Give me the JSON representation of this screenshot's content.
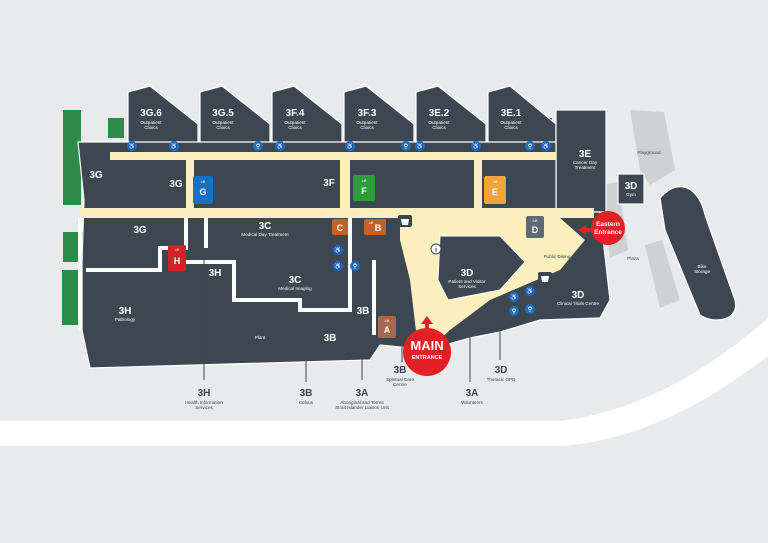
{
  "colors": {
    "background": "#e9eaeb",
    "road": "#ffffff",
    "building": "#3c4752",
    "outline": "#ffffff",
    "corridor": "#fbefbe",
    "garden": "#2e8b4a",
    "external": "#cfd2d5",
    "entrance": "#e32027",
    "amenity_icon": "#1f6fbf"
  },
  "wings": [
    {
      "code": "3G.6",
      "sub1": "Outpatient",
      "sub2": "Clinics"
    },
    {
      "code": "3G.5",
      "sub1": "Outpatient",
      "sub2": "Clinics"
    },
    {
      "code": "3F.4",
      "sub1": "Outpatient",
      "sub2": "Clinics"
    },
    {
      "code": "3F.3",
      "sub1": "Outpatient",
      "sub2": "Clinics"
    },
    {
      "code": "3E.2",
      "sub1": "Outpatient",
      "sub2": "Clinics"
    },
    {
      "code": "3E.1",
      "sub1": "Outpatient",
      "sub2": "Clinics"
    }
  ],
  "zones": {
    "z3G_a": {
      "code": "3G"
    },
    "z3G_b": {
      "code": "3G"
    },
    "z3G_c": {
      "code": "3G"
    },
    "z3F": {
      "code": "3F"
    },
    "z3E": {
      "code": "3E",
      "sub1": "Cancer Day",
      "sub2": "Treatment"
    },
    "z3D_gym": {
      "code": "3D",
      "sub1": "Gym"
    },
    "z3C_day": {
      "code": "3C",
      "sub1": "Medical Day Treatment"
    },
    "z3H_small": {
      "code": "3H"
    },
    "z3C_img": {
      "code": "3C",
      "sub1": "Medical Imaging"
    },
    "z3H_path": {
      "code": "3H",
      "sub1": "Pathology"
    },
    "plant": {
      "label": "Plant"
    },
    "z3B_a": {
      "code": "3B"
    },
    "z3B_b": {
      "code": "3B"
    },
    "z3D_visitor": {
      "code": "3D",
      "sub1": "Patient and Visitor",
      "sub2": "Services"
    },
    "z3D_trials": {
      "code": "3D",
      "sub1": "Clinical Trials Centre"
    },
    "public_dining": {
      "label": "Public Dining"
    },
    "playground": {
      "label": "Playground"
    },
    "plaza": {
      "label": "Plaza"
    },
    "bike_storage": {
      "label": "Bike",
      "label2": "Storage"
    }
  },
  "lifts": [
    {
      "letter": "G",
      "tag": "Lift",
      "color": "#1a6fc2"
    },
    {
      "letter": "F",
      "tag": "Lift",
      "color": "#2e9b3b"
    },
    {
      "letter": "E",
      "tag": "Lift",
      "color": "#f2a33a"
    },
    {
      "letter": "H",
      "tag": "Lift",
      "color": "#d42027"
    },
    {
      "letter": "C",
      "tag": "",
      "color": "#c4612a"
    },
    {
      "letter": "B",
      "tag": "Lift",
      "color": "#c4612a"
    },
    {
      "letter": "D",
      "tag": "Lift",
      "color": "#5f6a74"
    },
    {
      "letter": "A",
      "tag": "Lift",
      "color": "#a9684a"
    }
  ],
  "callouts": [
    {
      "code": "3H",
      "l1": "Health Information",
      "l2": "Services"
    },
    {
      "code": "3B",
      "l1": "Colous",
      "l2": ""
    },
    {
      "code": "3A",
      "l1": "Aboriginal and Torres",
      "l2": "Strait Islander Liaison Unit"
    },
    {
      "code": "3B",
      "l1": "Spiritual Care",
      "l2": "Centre"
    },
    {
      "code": "3A",
      "l1": "Volunteers",
      "l2": ""
    },
    {
      "code": "3D",
      "l1": "Thoracic OPD",
      "l2": ""
    }
  ],
  "entrances": {
    "main": {
      "l1": "MAIN",
      "l2": "ENTRANCE"
    },
    "eastern": {
      "l1": "Eastern",
      "l2": "Entrance"
    }
  },
  "icons": {
    "accessible_toilet": "accessible-toilet-icon",
    "toilets": "toilets-icon",
    "wheelchair": "wheelchair-icon",
    "information": "information-icon",
    "cafe": "cafe-icon",
    "info_glyph": "i"
  }
}
